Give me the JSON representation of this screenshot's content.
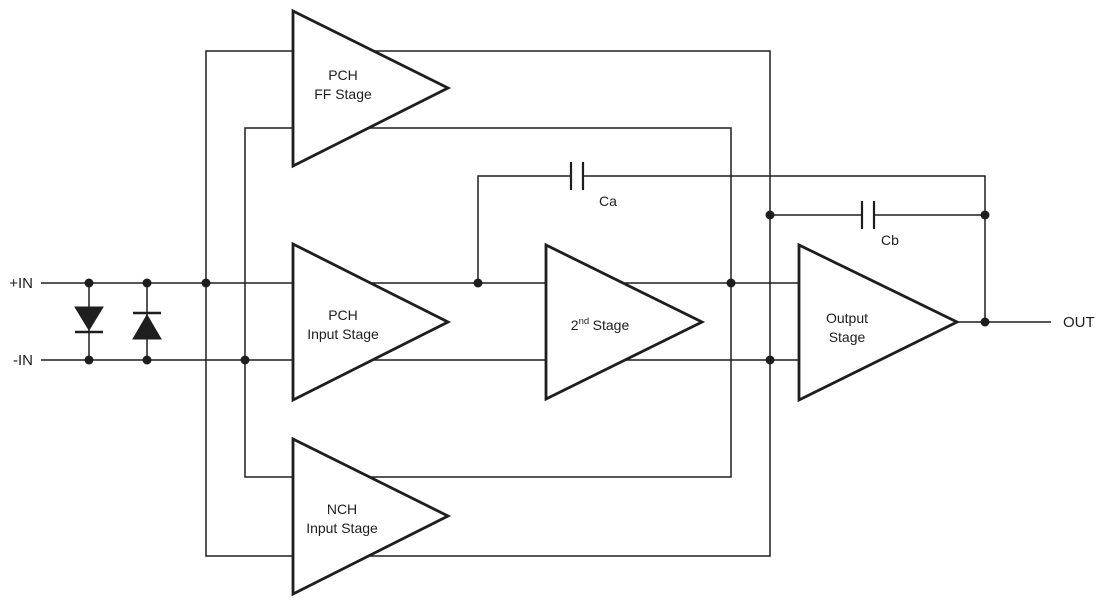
{
  "colors": {
    "stroke": "#1e1e1e",
    "text": "#1e1e1e",
    "triangle_fill": "#ffffff",
    "background": "#ffffff"
  },
  "ports": {
    "in_plus": "+IN",
    "in_minus": "-IN",
    "out": "OUT"
  },
  "blocks": {
    "ff_stage": {
      "line1": "PCH",
      "line2": "FF Stage"
    },
    "pch_input_stage": {
      "line1": "PCH",
      "line2": "Input Stage"
    },
    "nch_input_stage": {
      "line1": "NCH",
      "line2": "Input Stage"
    },
    "second_stage": {
      "num": "2",
      "ordinal_suffix": "nd",
      "rest": "Stage"
    },
    "output_stage": {
      "line1": "Output",
      "line2": "Stage"
    }
  },
  "capacitors": {
    "ca": "Ca",
    "cb": "Cb"
  }
}
